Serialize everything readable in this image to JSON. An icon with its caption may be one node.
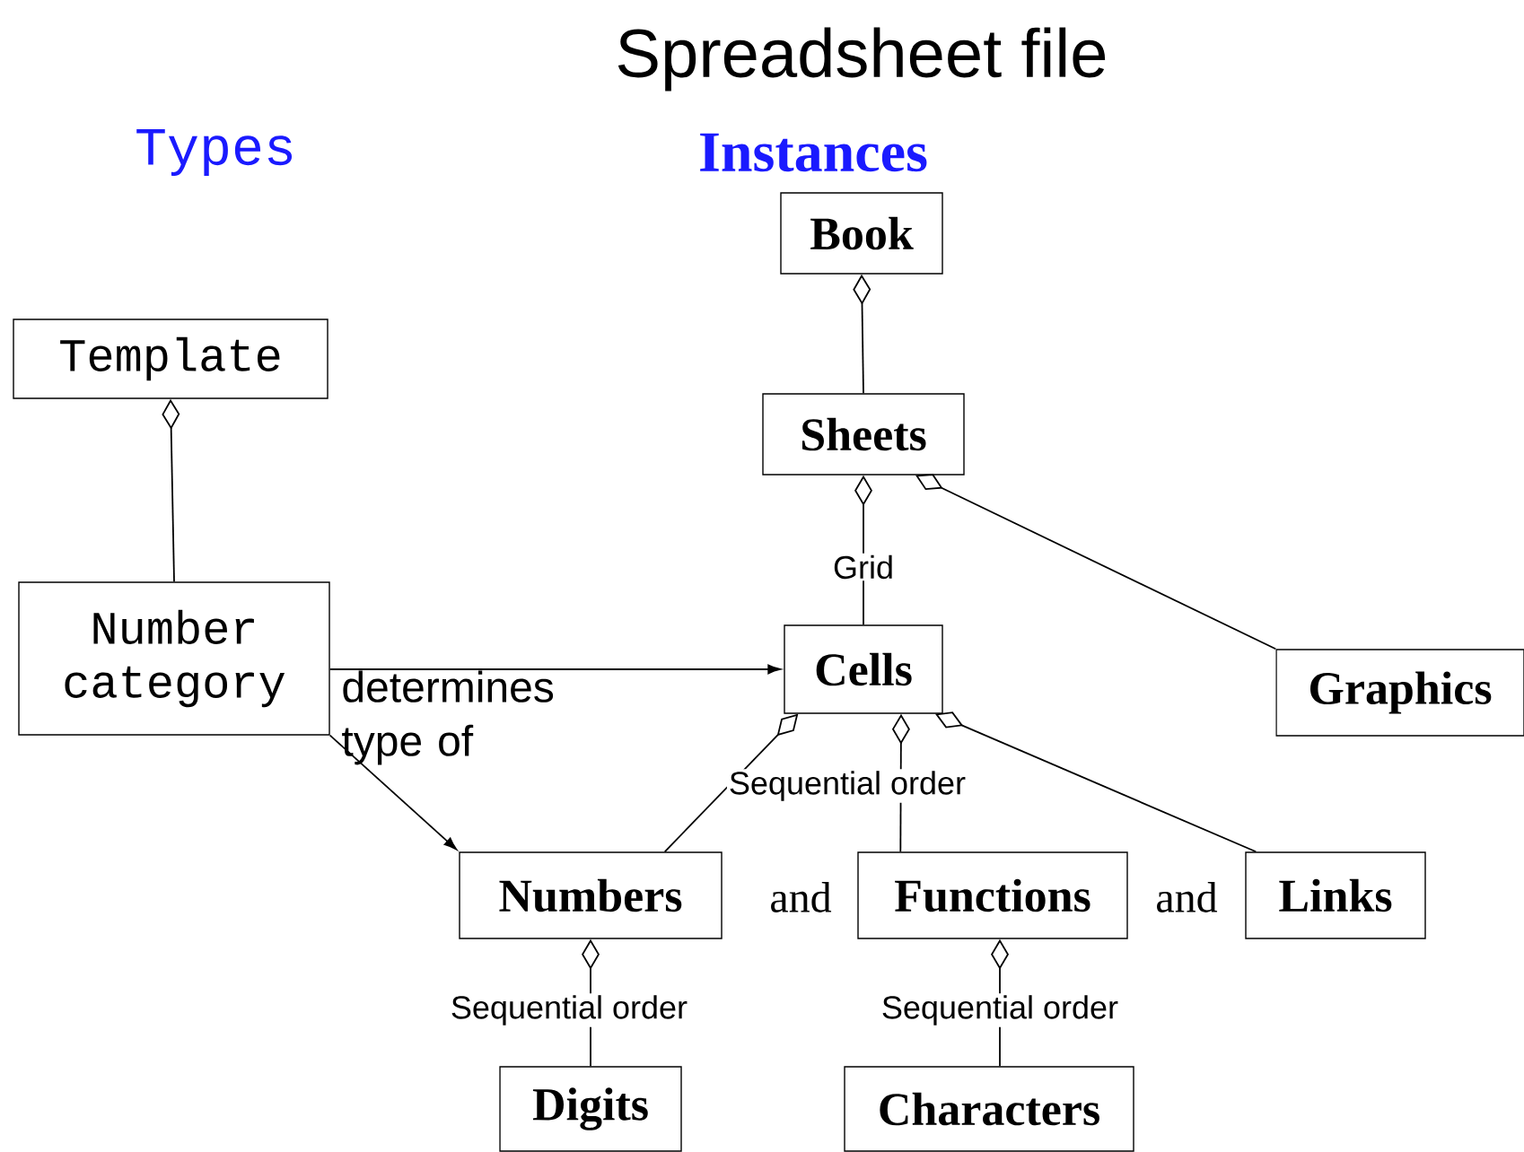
{
  "diagram": {
    "title": "Spreadsheet file",
    "nodes": [
      {
        "text": [
          "Template"
        ]
      },
      {
        "text": [
          "Number category"
        ]
      },
      {
        "text": [
          "Book"
        ]
      },
      {
        "text": [
          "Sheets"
        ]
      },
      {
        "text": [
          "Cells"
        ]
      },
      {
        "text": [
          "Graphics"
        ]
      },
      {
        "text": [
          "Numbers"
        ]
      },
      {
        "text": [
          "Functions"
        ]
      },
      {
        "text": [
          "Links"
        ]
      },
      {
        "text": [
          "Digits"
        ]
      },
      {
        "text": [
          "Characters"
        ]
      }
    ],
    "edges": [
      {
        "from": 0,
        "to": 1,
        "arrow": "other"
      },
      {
        "from": 2,
        "to": 3,
        "arrow": "other"
      },
      {
        "from": 3,
        "to": 4,
        "arrow": "other",
        "label": "Grid"
      },
      {
        "from": 3,
        "to": 5,
        "arrow": "other"
      },
      {
        "from": 4,
        "to": 6,
        "arrow": "other"
      },
      {
        "from": 4,
        "to": 7,
        "arrow": "other"
      },
      {
        "from": 4,
        "to": 8,
        "arrow": "other"
      },
      {
        "from": 1,
        "to": 4,
        "arrow": "to"
      },
      {
        "from": 1,
        "to": 6,
        "arrow": "to"
      },
      {
        "from": 6,
        "to": 9,
        "arrow": "other",
        "label": "Sequential order"
      },
      {
        "from": 7,
        "to": 10,
        "arrow": "other",
        "label": "Sequential order"
      }
    ],
    "labels": [
      "Types",
      "Instances",
      "determines type of",
      "Sequential order",
      "and",
      "and"
    ]
  }
}
